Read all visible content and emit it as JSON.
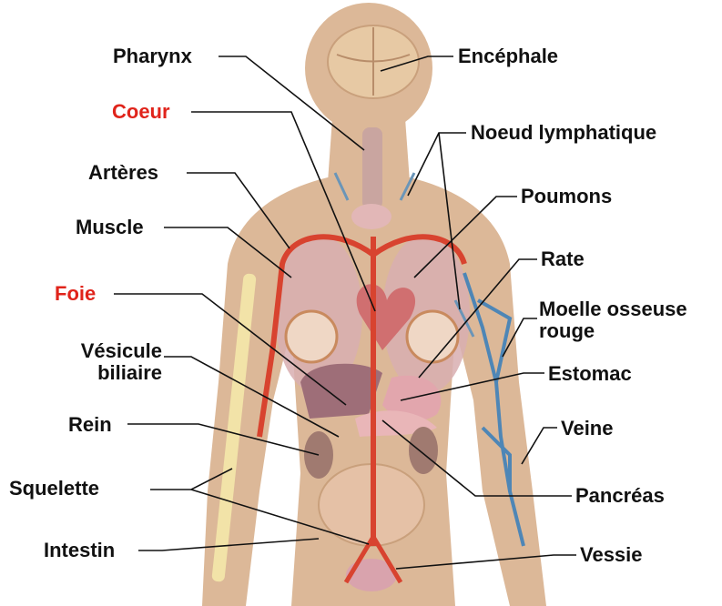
{
  "colors": {
    "skin": "#dcb898",
    "skin_dark": "#c9a07c",
    "bone": "#f2e3a8",
    "artery": "#d8432f",
    "vein": "#4e86b6",
    "organ": "#c98a8c",
    "highlight_label": "#e0241b",
    "label": "#111111"
  },
  "labels": {
    "pharynx": "Pharynx",
    "coeur": "Coeur",
    "arteres": "Artères",
    "muscle": "Muscle",
    "foie": "Foie",
    "vesicule_1": "Vésicule",
    "vesicule_2": "biliaire",
    "rein": "Rein",
    "squelette": "Squelette",
    "intestin": "Intestin",
    "encephale": "Encéphale",
    "noeud": "Noeud lymphatique",
    "poumons": "Poumons",
    "rate": "Rate",
    "moelle_1": "Moelle osseuse",
    "moelle_2": "rouge",
    "estomac": "Estomac",
    "veine": "Veine",
    "pancreas": "Pancréas",
    "vessie": "Vessie"
  }
}
